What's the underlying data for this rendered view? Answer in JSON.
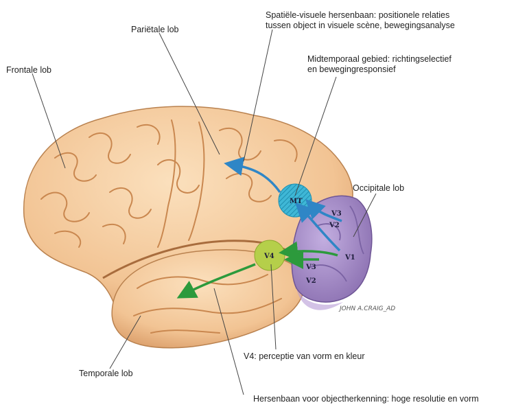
{
  "labels": {
    "spatial_pathway": {
      "line1": "Spatiële-visuele hersenbaan: positionele relaties",
      "line2": "tussen object in visuele scène, bewegingsanalyse"
    },
    "parietal_lobe": "Pariëtale lob",
    "frontal_lobe": "Frontale lob",
    "middle_temporal": {
      "line1": "Midtemporaal gebied: richtingselectief",
      "line2": "en bewegingresponsief"
    },
    "occipital_lobe": "Occipitale lob",
    "temporal_lobe": "Temporale lob",
    "v4_area": "V4: perceptie van vorm en kleur",
    "object_pathway": "Hersenbaan voor objectherkenning: hoge resolutie en vorm"
  },
  "areas": {
    "mt": "MT",
    "v4": "V4",
    "v1": "V1",
    "v3_upper": "V3",
    "v2_upper": "V2",
    "v3_lower": "V3",
    "v2_lower": "V2"
  },
  "signature": "JOHN A.CRAIG_AD",
  "colors": {
    "brain_fill": "#f4c99a",
    "sulcus": "#c9874f",
    "occipital": "#a58ac4",
    "mt_circle": "#3fb7d6",
    "v4_circle": "#b5cf4a",
    "dorsal_arrow": "#2f86c6",
    "ventral_arrow": "#2c9a3c"
  }
}
